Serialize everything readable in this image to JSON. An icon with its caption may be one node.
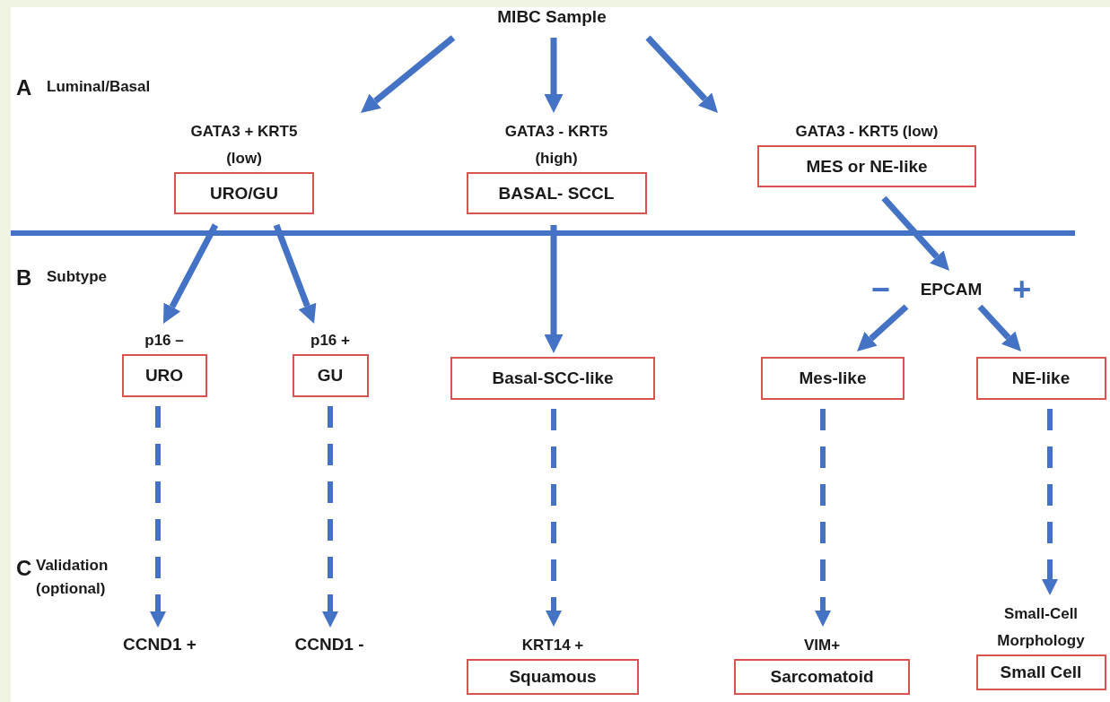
{
  "diagram": {
    "nodes": [
      {
        "text": [
          "MIBC Sample"
        ]
      },
      {
        "text": [
          "GATA3 + KRT5 (low)",
          "URO/GU"
        ]
      },
      {
        "text": [
          "GATA3 - KRT5 (high)",
          "BASAL- SCCL"
        ]
      },
      {
        "text": [
          "GATA3 - KRT5 (low)",
          "MES or NE-like"
        ]
      },
      {
        "text": [
          "EPCAM"
        ],
        "beside": [
          "−",
          "+"
        ]
      },
      {
        "text": [
          "p16 –",
          "URO"
        ]
      },
      {
        "text": [
          "p16 +",
          "GU"
        ]
      },
      {
        "text": [
          "Basal-SCC-like"
        ]
      },
      {
        "text": [
          "Mes-like"
        ]
      },
      {
        "text": [
          "NE-like"
        ]
      },
      {
        "text": [
          "CCND1 +"
        ]
      },
      {
        "text": [
          "CCND1 -"
        ]
      },
      {
        "text": [
          "KRT14 +",
          "Squamous"
        ]
      },
      {
        "text": [
          "VIM+",
          "Sarcomatoid"
        ]
      },
      {
        "text": [
          "Small-Cell Morphology",
          "Small Cell"
        ]
      }
    ],
    "edges": [
      {
        "from": 0,
        "to": 1,
        "arrow": "to"
      },
      {
        "from": 0,
        "to": 2,
        "arrow": "to"
      },
      {
        "from": 0,
        "to": 3,
        "arrow": "to"
      },
      {
        "from": 1,
        "to": 5,
        "arrow": "to"
      },
      {
        "from": 1,
        "to": 6,
        "arrow": "to"
      },
      {
        "from": 2,
        "to": 7,
        "arrow": "to"
      },
      {
        "from": 3,
        "to": 4,
        "arrow": "to"
      },
      {
        "from": 4,
        "to": 8,
        "arrow": "to"
      },
      {
        "from": 4,
        "to": 9,
        "arrow": "to"
      },
      {
        "from": 5,
        "to": 10,
        "arrow": "to",
        "style": "dashed"
      },
      {
        "from": 6,
        "to": 11,
        "arrow": "to",
        "style": "dashed"
      },
      {
        "from": 7,
        "to": 12,
        "arrow": "to",
        "style": "dashed"
      },
      {
        "from": 8,
        "to": 13,
        "arrow": "to",
        "style": "dashed"
      },
      {
        "from": 9,
        "to": 14,
        "arrow": "to",
        "style": "dashed"
      }
    ],
    "labels": [
      "A",
      "Luminal/Basal",
      "B",
      "Subtype",
      "C",
      "Validation (optional)"
    ]
  }
}
